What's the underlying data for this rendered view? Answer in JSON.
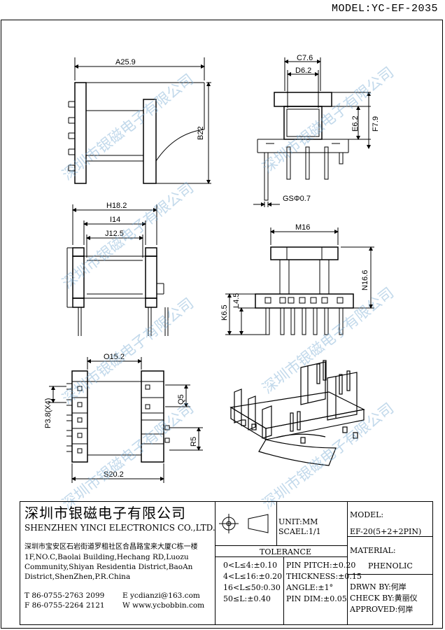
{
  "header": {
    "model": "MODEL:YC-EF-2035"
  },
  "dims": {
    "a25": "A25.9",
    "b22": "B22",
    "c76": "C7.6",
    "d62": "D6.2",
    "e62": "E6.2",
    "f79": "F7.9",
    "gs": "GSΦ0.7",
    "h18": "H18.2",
    "i14": "I14",
    "j125": "J12.5",
    "m16": "M16",
    "n166": "N16.6",
    "k65": "K6.5",
    "l45": "L4.5",
    "o152": "O15.2",
    "q5": "Q5",
    "p38": "P3.8(X4)",
    "r5": "R5",
    "s202": "S20.2"
  },
  "watermark": "深圳市银磁电子有限公司",
  "title_block": {
    "company_cn": "深圳市银磁电子有限公司",
    "company_en": "SHENZHEN YINCI ELECTRONICS CO.,LTD.",
    "addr_cn": "深圳市宝安区石岩街道罗租社区合昌路宝来大厦C栋一楼",
    "addr_en1": "1F,NO.C,Baolai Building,Hechang RD,Luozu",
    "addr_en2": "Community,Shiyan Residentia District,BaoAn",
    "addr_en3": "District,ShenZhen,P.R.China",
    "tel": "T 86-0755-2763 2099",
    "fax": "F 86-0755-2264 2121",
    "email": "E ycdianzi@163.com",
    "web": "W www.ycbobbin.com",
    "unit": "UNIT:MM",
    "scale": "SCAEL:1/1",
    "model_label": "MODEL:",
    "model_value": "EF-20(5+2+2PIN)",
    "tolerance": "TOLERANCE",
    "tol1": "0<L≤4:±0.10",
    "tol2": "4<L≤16:±0.20",
    "tol3": "16<L≤50:0.30",
    "tol4": "50≤L:±0.40",
    "pin_pitch": "PIN PITCH:±0.20",
    "thickness": "THICKNESS:±0.15",
    "angle": "ANGLE:±1°",
    "pin_dim": "PIN DIM:±0.05",
    "material_label": "MATERIAL:",
    "material": "PHENOLIC",
    "drawn": "DRWN BY:何岸",
    "check": "CHECK BY:黄丽仪",
    "approved": "APPROVED:何岸"
  }
}
